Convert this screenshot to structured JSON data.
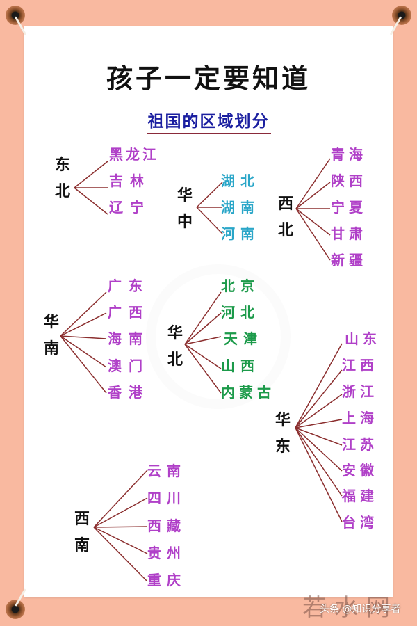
{
  "title": "孩子一定要知道",
  "subtitle": "祖国的区域划分",
  "colors": {
    "background": "#f9b9a0",
    "card": "#ffffff",
    "title": "#111111",
    "subtitle": "#1b1fa0",
    "connector": "#8b2e2e",
    "purple": "#b040c8",
    "teal": "#2aa6c8",
    "green": "#1c9a4a"
  },
  "regions": {
    "dongbei": {
      "label": [
        "东",
        "北"
      ],
      "provinces": [
        "黑龙江",
        "吉林",
        "辽宁"
      ],
      "color": "purple"
    },
    "huazhong": {
      "label": [
        "华",
        "中"
      ],
      "provinces": [
        "湖北",
        "湖南",
        "河南"
      ],
      "color": "teal"
    },
    "xibei": {
      "label": [
        "西",
        "北"
      ],
      "provinces": [
        "青海",
        "陕西",
        "宁夏",
        "甘肃",
        "新疆"
      ],
      "color": "purple"
    },
    "huanan": {
      "label": [
        "华",
        "南"
      ],
      "provinces": [
        "广东",
        "广西",
        "海南",
        "澳门",
        "香港"
      ],
      "color": "purple"
    },
    "huabei": {
      "label": [
        "华",
        "北"
      ],
      "provinces": [
        "北京",
        "河北",
        "天津",
        "山西",
        "内蒙古"
      ],
      "color": "green"
    },
    "huadong": {
      "label": [
        "华",
        "东"
      ],
      "provinces": [
        "山东",
        "江西",
        "浙江",
        "上海",
        "江苏",
        "安徽",
        "福建",
        "台湾"
      ],
      "color": "purple"
    },
    "xinan": {
      "label": [
        "西",
        "南"
      ],
      "provinces": [
        "云南",
        "四川",
        "西藏",
        "贵州",
        "重庆"
      ],
      "color": "purple"
    }
  },
  "watermark": {
    "site": "若水网",
    "credit": "头条 @知识分享者"
  }
}
